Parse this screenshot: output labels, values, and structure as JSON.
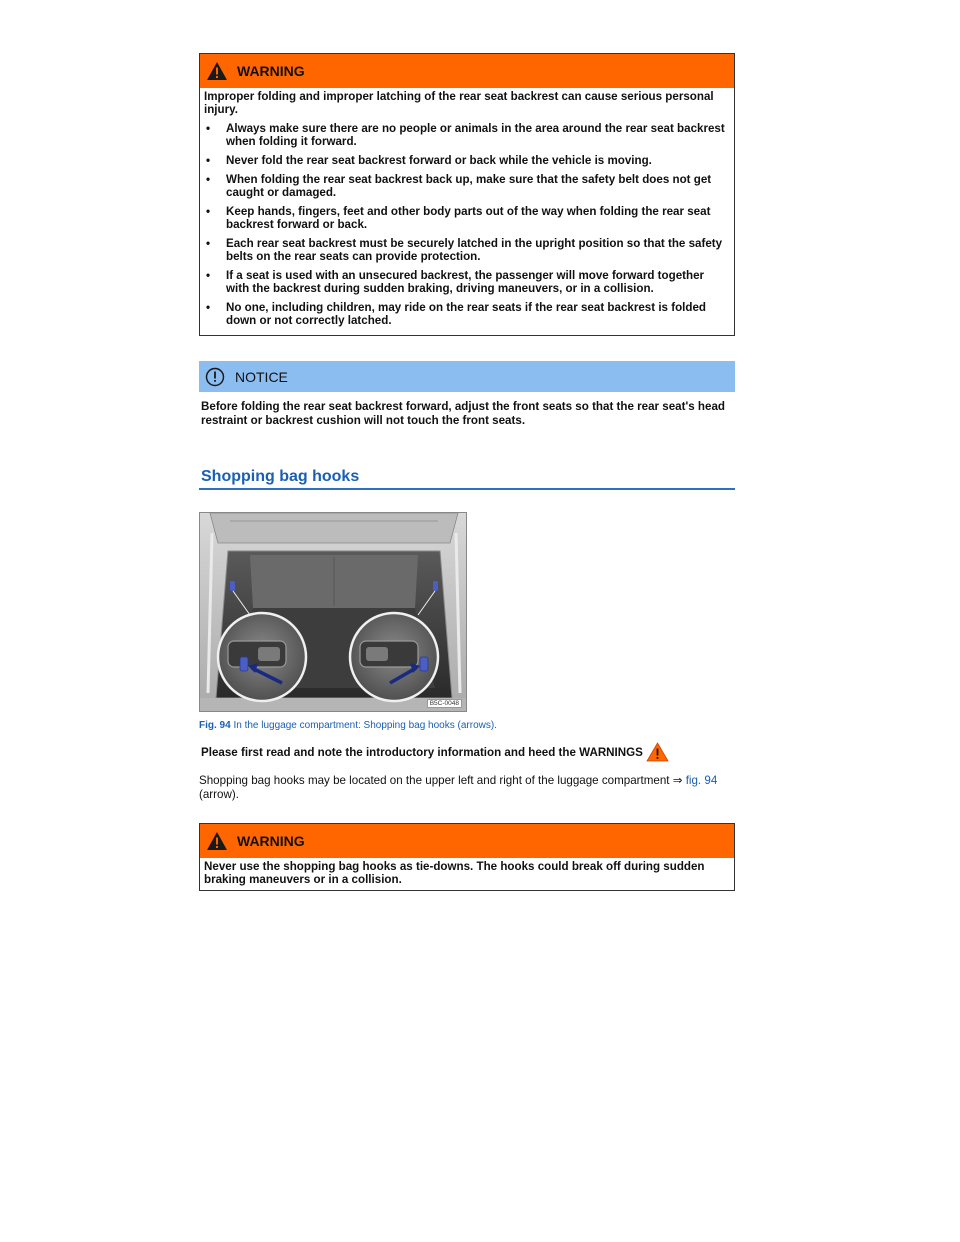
{
  "warning1": {
    "title": "WARNING",
    "intro": "Improper folding and improper latching of the rear seat backrest can cause serious personal injury.",
    "bullets": [
      "Always make sure there are no people or animals in the area around the rear seat backrest when folding it forward.",
      "Never fold the rear seat backrest forward or back while the vehicle is moving.",
      "When folding the rear seat backrest back up, make sure that the safety belt does not get caught or damaged.",
      "Keep hands, fingers, feet and other body parts out of the way when folding the rear seat backrest forward or back.",
      "Each rear seat backrest must be securely latched in the upright position so that the safety belts on the rear seats can provide protection.",
      "If a seat is used with an unsecured backrest, the passenger will move forward together with the backrest during sudden braking, driving maneuvers, or in a collision.",
      "No one, including children, may ride on the rear seats if the rear seat backrest is folded down or not correctly latched."
    ],
    "bullet_char": "•"
  },
  "notice": {
    "title": "NOTICE",
    "text": "Before folding the rear seat backrest forward, adjust the front seats so that the rear seat's head restraint or backrest cushion will not touch the front seats."
  },
  "section": {
    "title": "Shopping bag hooks"
  },
  "figure": {
    "code": "B5C-0048",
    "caption_label": "Fig. 94",
    "caption_text": "In the luggage compartment: Shopping bag hooks (arrows)."
  },
  "readfirst": {
    "book": "",
    "text": "Please first read and note the introductory information and heed the WARNINGS"
  },
  "paragraph": {
    "text_before": "Shopping bag hooks may be located on the upper left and right of the luggage compartment ⇒",
    "link": "fig. 94",
    "text_after": "(arrow)."
  },
  "warning2": {
    "title": "WARNING",
    "text": "Never use the shopping bag hooks as tie-downs. The hooks could break off during sudden braking maneuvers or in a collision."
  },
  "colors": {
    "warning_orange": "#ff6600",
    "notice_blue": "#8cbdf0",
    "link_blue": "#1a5fb4"
  }
}
